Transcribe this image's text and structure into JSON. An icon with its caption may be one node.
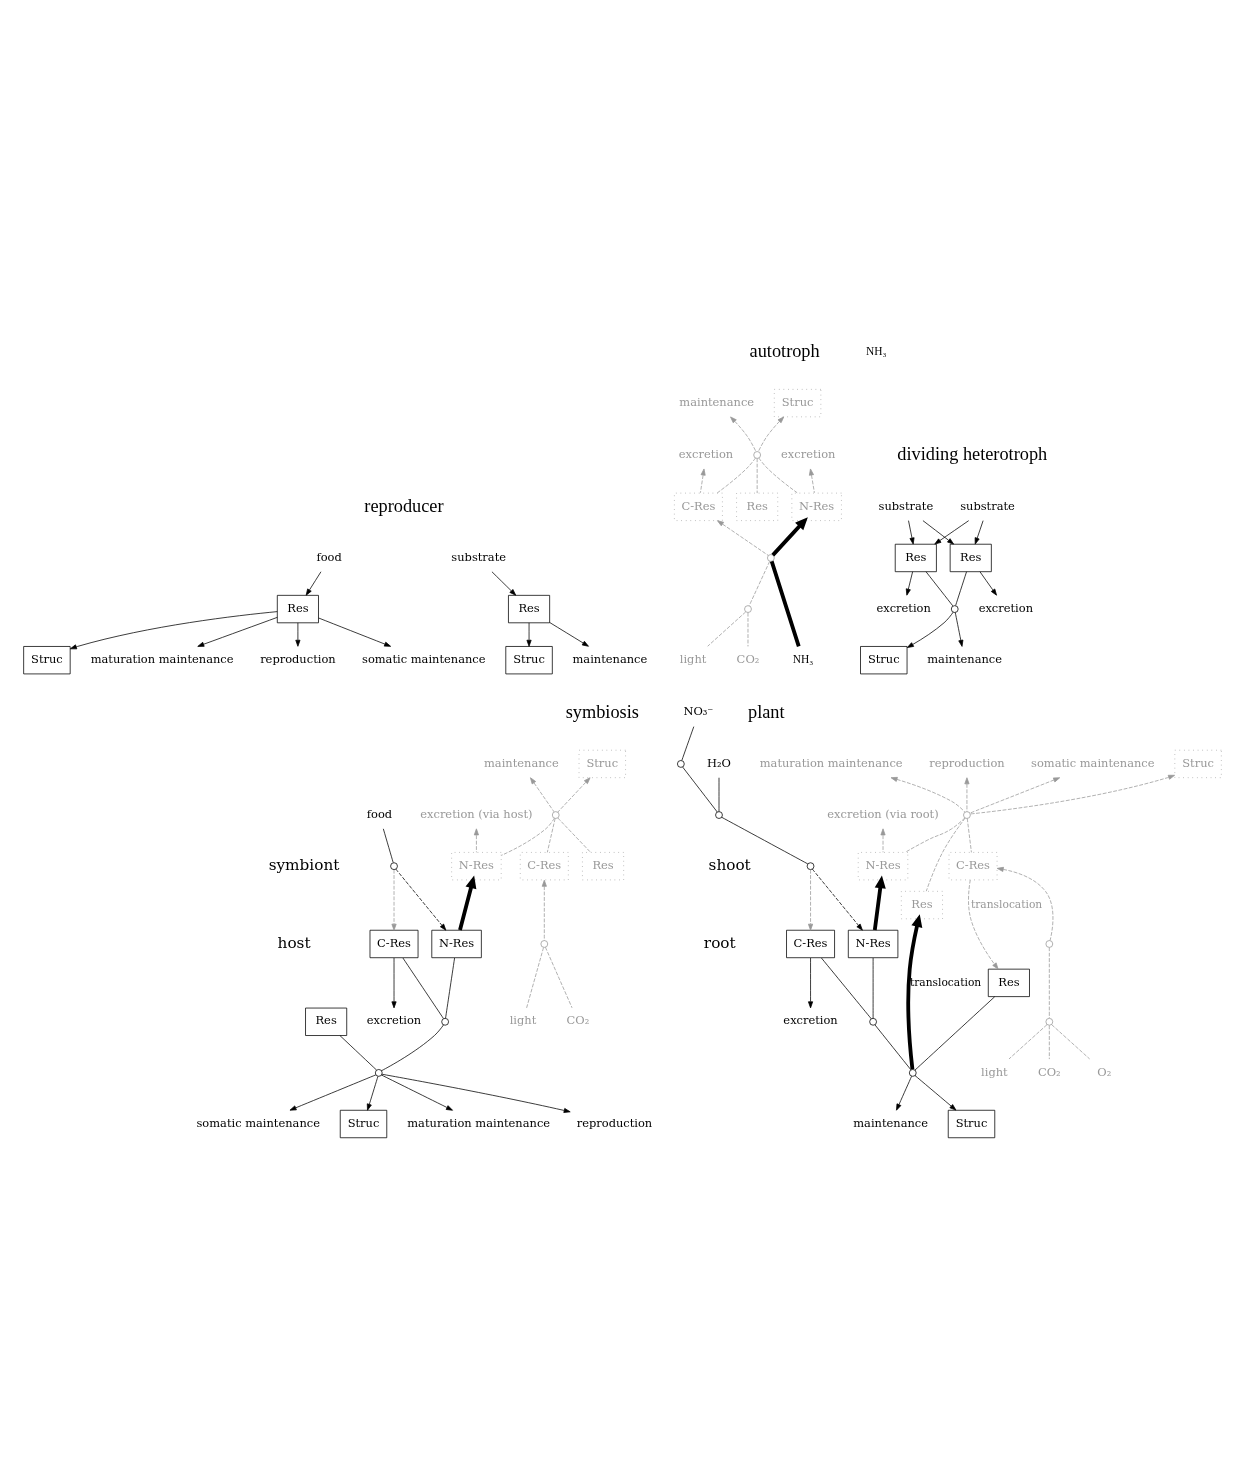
{
  "diagram": {
    "nodes": [
      {
        "text": [
          "food"
        ]
      },
      {
        "text": [
          "Res"
        ]
      },
      {
        "text": [
          "maturation maintenance"
        ]
      },
      {
        "text": [
          "reproduction"
        ]
      },
      {
        "text": [
          "somatic maintenance"
        ]
      },
      {
        "text": [
          "Struc"
        ]
      },
      {
        "text": [
          "substrate"
        ]
      },
      {
        "text": [
          "Res"
        ]
      },
      {
        "text": [
          "maintenance"
        ]
      },
      {
        "text": [
          "Struc"
        ]
      },
      {
        "text": [
          "substrate"
        ]
      },
      {
        "text": [
          "substrate"
        ]
      },
      {
        "text": [
          "Res"
        ]
      },
      {
        "text": [
          "Res"
        ]
      },
      {
        "text": [
          "excretion"
        ]
      },
      {
        "text": [
          "excretion"
        ]
      },
      {
        "text": [],
        "shape": "circle"
      },
      {
        "text": [
          "maintenance"
        ]
      },
      {
        "text": [
          "Struc"
        ]
      },
      {
        "text": [
          "Struc"
        ]
      },
      {
        "text": [
          "maintenance"
        ]
      },
      {
        "text": [],
        "shape": "circle"
      },
      {
        "text": [
          "excretion"
        ]
      },
      {
        "text": [
          "N-Res"
        ]
      },
      {
        "text": [
          "C-Res"
        ]
      },
      {
        "text": [
          "Res"
        ]
      },
      {
        "text": [],
        "shape": "circle"
      },
      {
        "text": [
          "excretion"
        ]
      },
      {
        "text": [],
        "shape": "circle"
      },
      {
        "text": [
          "CO₂"
        ]
      },
      {
        "text": [
          "light"
        ]
      },
      {
        "text": [
          "NH₃"
        ]
      },
      {
        "text": [
          "Struc"
        ]
      },
      {
        "text": [
          "maintenance"
        ]
      },
      {
        "text": [],
        "shape": "circle"
      },
      {
        "text": [
          "excretion (via host)"
        ]
      },
      {
        "text": [
          "N-Res"
        ]
      },
      {
        "text": [
          "C-Res"
        ]
      },
      {
        "text": [
          "Res"
        ]
      },
      {
        "text": [],
        "shape": "circle"
      },
      {
        "text": [
          "CO₂"
        ]
      },
      {
        "text": [
          "light"
        ]
      },
      {
        "text": [
          "food"
        ]
      },
      {
        "text": [],
        "shape": "circle"
      },
      {
        "text": [
          "Res"
        ]
      },
      {
        "text": [
          "N-Res"
        ]
      },
      {
        "text": [
          "C-Res"
        ]
      },
      {
        "text": [
          "excretion"
        ]
      },
      {
        "text": [],
        "shape": "circle"
      },
      {
        "text": [],
        "shape": "circle"
      },
      {
        "text": [
          "maturation maintenance"
        ]
      },
      {
        "text": [
          "reproduction"
        ]
      },
      {
        "text": [
          "somatic maintenance"
        ]
      },
      {
        "text": [
          "Struc"
        ]
      },
      {
        "text": [
          "Struc"
        ]
      },
      {
        "text": [
          "somatic maintenance"
        ]
      },
      {
        "text": [
          "reproduction"
        ]
      },
      {
        "text": [
          "maturation maintenance"
        ]
      },
      {
        "text": [],
        "shape": "circle"
      },
      {
        "text": [
          "excretion (via root)"
        ]
      },
      {
        "text": [
          "N-Res"
        ]
      },
      {
        "text": [
          "C-Res"
        ]
      },
      {
        "text": [
          "Res"
        ]
      },
      {
        "text": [],
        "shape": "circle"
      },
      {
        "text": [
          "CO₂"
        ]
      },
      {
        "text": [
          "O₂"
        ]
      },
      {
        "text": [
          "light"
        ]
      },
      {
        "text": [],
        "shape": "circle"
      },
      {
        "text": [
          "H₂O"
        ]
      },
      {
        "text": [
          "NH₃"
        ]
      },
      {
        "text": [
          "NO₃⁻"
        ]
      },
      {
        "text": [],
        "shape": "circle"
      },
      {
        "text": [],
        "shape": "circle"
      },
      {
        "text": [],
        "shape": "circle"
      },
      {
        "text": [
          "Res"
        ]
      },
      {
        "text": [
          "N-Res"
        ]
      },
      {
        "text": [
          "C-Res"
        ]
      },
      {
        "text": [
          "excretion"
        ]
      },
      {
        "text": [],
        "shape": "circle"
      },
      {
        "text": [],
        "shape": "circle"
      },
      {
        "text": [
          "maintenance"
        ]
      },
      {
        "text": [
          "Struc"
        ]
      }
    ],
    "edges": [
      {
        "from": 0,
        "to": 1,
        "arrow": "to"
      },
      {
        "from": 1,
        "to": 2,
        "arrow": "to"
      },
      {
        "from": 1,
        "to": 3,
        "arrow": "to"
      },
      {
        "from": 1,
        "to": 4,
        "arrow": "to"
      },
      {
        "from": 1,
        "to": 5,
        "arrow": "to"
      },
      {
        "from": 6,
        "to": 7,
        "arrow": "to"
      },
      {
        "from": 7,
        "to": 8,
        "arrow": "to"
      },
      {
        "from": 7,
        "to": 9,
        "arrow": "to"
      },
      {
        "from": 10,
        "to": 12,
        "arrow": "to"
      },
      {
        "from": 10,
        "to": 13,
        "arrow": "to"
      },
      {
        "from": 11,
        "to": 12,
        "arrow": "to"
      },
      {
        "from": 11,
        "to": 13,
        "arrow": "to"
      },
      {
        "from": 12,
        "to": 14,
        "arrow": "to"
      },
      {
        "from": 13,
        "to": 15,
        "arrow": "to"
      },
      {
        "from": 12,
        "to": 16,
        "arrow": "none"
      },
      {
        "from": 13,
        "to": 16,
        "arrow": "none"
      },
      {
        "from": 16,
        "to": 17,
        "arrow": "to"
      },
      {
        "from": 16,
        "to": 18,
        "arrow": "to"
      },
      {
        "from": 21,
        "to": 19,
        "arrow": "to",
        "style": "dashed",
        "color": "#999999"
      },
      {
        "from": 21,
        "to": 20,
        "arrow": "to",
        "style": "dashed",
        "color": "#999999"
      },
      {
        "from": 23,
        "to": 21,
        "arrow": "none",
        "style": "dashed",
        "color": "#999999"
      },
      {
        "from": 24,
        "to": 21,
        "arrow": "none",
        "style": "dashed",
        "color": "#999999"
      },
      {
        "from": 25,
        "to": 21,
        "arrow": "none",
        "style": "dashed",
        "color": "#999999"
      },
      {
        "from": 23,
        "to": 22,
        "arrow": "to",
        "style": "dashed",
        "color": "#999999"
      },
      {
        "from": 24,
        "to": 27,
        "arrow": "to",
        "style": "dashed",
        "color": "#999999"
      },
      {
        "from": 29,
        "to": 28,
        "arrow": "none",
        "style": "dashed",
        "color": "#999999"
      },
      {
        "from": 30,
        "to": 28,
        "arrow": "none",
        "style": "dashed",
        "color": "#999999"
      },
      {
        "from": 28,
        "to": 26,
        "arrow": "none",
        "style": "dashed",
        "color": "#999999"
      },
      {
        "from": 26,
        "to": 24,
        "arrow": "to",
        "style": "dashed",
        "color": "#999999"
      },
      {
        "from": 31,
        "to": 26,
        "arrow": "none",
        "style": "thick"
      },
      {
        "from": 26,
        "to": 23,
        "arrow": "to",
        "style": "thick"
      },
      {
        "from": 34,
        "to": 32,
        "arrow": "to",
        "style": "dashed",
        "color": "#999999"
      },
      {
        "from": 34,
        "to": 33,
        "arrow": "to",
        "style": "dashed",
        "color": "#999999"
      },
      {
        "from": 36,
        "to": 34,
        "arrow": "none",
        "style": "dashed",
        "color": "#999999"
      },
      {
        "from": 37,
        "to": 34,
        "arrow": "none",
        "style": "dashed",
        "color": "#999999"
      },
      {
        "from": 38,
        "to": 34,
        "arrow": "none",
        "style": "dashed",
        "color": "#999999"
      },
      {
        "from": 36,
        "to": 35,
        "arrow": "to",
        "style": "dashed",
        "color": "#999999"
      },
      {
        "from": 40,
        "to": 39,
        "arrow": "none",
        "style": "dashed",
        "color": "#999999"
      },
      {
        "from": 41,
        "to": 39,
        "arrow": "none",
        "style": "dashed",
        "color": "#999999"
      },
      {
        "from": 39,
        "to": 37,
        "arrow": "to",
        "style": "dashed",
        "color": "#999999"
      },
      {
        "from": 45,
        "to": 36,
        "arrow": "to",
        "style": "thick"
      },
      {
        "from": 42,
        "to": 43,
        "arrow": "none"
      },
      {
        "from": 43,
        "to": 45,
        "arrow": "to",
        "style": "dashed"
      },
      {
        "from": 43,
        "to": 46,
        "arrow": "to",
        "style": "dashed",
        "color": "#999999"
      },
      {
        "from": 46,
        "to": 47,
        "arrow": "to"
      },
      {
        "from": 45,
        "to": 48,
        "arrow": "none"
      },
      {
        "from": 46,
        "to": 48,
        "arrow": "none"
      },
      {
        "from": 48,
        "to": 49,
        "arrow": "none"
      },
      {
        "from": 44,
        "to": 49,
        "arrow": "none"
      },
      {
        "from": 49,
        "to": 50,
        "arrow": "to"
      },
      {
        "from": 49,
        "to": 51,
        "arrow": "to"
      },
      {
        "from": 49,
        "to": 52,
        "arrow": "to"
      },
      {
        "from": 49,
        "to": 53,
        "arrow": "to"
      },
      {
        "from": 58,
        "to": 54,
        "arrow": "to",
        "style": "dashed",
        "color": "#999999"
      },
      {
        "from": 58,
        "to": 55,
        "arrow": "to",
        "style": "dashed",
        "color": "#999999"
      },
      {
        "from": 58,
        "to": 56,
        "arrow": "to",
        "style": "dashed",
        "color": "#999999"
      },
      {
        "from": 58,
        "to": 57,
        "arrow": "to",
        "style": "dashed",
        "color": "#999999"
      },
      {
        "from": 60,
        "to": 58,
        "arrow": "none",
        "style": "dashed",
        "color": "#999999"
      },
      {
        "from": 61,
        "to": 58,
        "arrow": "none",
        "style": "dashed",
        "color": "#999999"
      },
      {
        "from": 62,
        "to": 58,
        "arrow": "none",
        "style": "dashed",
        "color": "#999999"
      },
      {
        "from": 60,
        "to": 59,
        "arrow": "to",
        "style": "dashed",
        "color": "#999999"
      },
      {
        "from": 64,
        "to": 67,
        "arrow": "none",
        "style": "dashed",
        "color": "#999999"
      },
      {
        "from": 65,
        "to": 67,
        "arrow": "none",
        "style": "dashed",
        "color": "#999999"
      },
      {
        "from": 66,
        "to": 67,
        "arrow": "none",
        "style": "dashed",
        "color": "#999999"
      },
      {
        "from": 67,
        "to": 63,
        "arrow": "none",
        "style": "dashed",
        "color": "#999999"
      },
      {
        "from": 63,
        "to": 61,
        "arrow": "to",
        "style": "dashed",
        "color": "#999999"
      },
      {
        "from": 75,
        "to": 60,
        "arrow": "to",
        "style": "thick"
      },
      {
        "from": 61,
        "to": 74,
        "arrow": "to",
        "label": "translocation",
        "style": "dashed",
        "color": "#999999"
      },
      {
        "from": 79,
        "to": 62,
        "arrow": "to",
        "label": "translocation",
        "style": "thick"
      },
      {
        "from": 68,
        "to": 71,
        "arrow": "none"
      },
      {
        "from": 70,
        "to": 72,
        "arrow": "none"
      },
      {
        "from": 72,
        "to": 71,
        "arrow": "none"
      },
      {
        "from": 71,
        "to": 73,
        "arrow": "none"
      },
      {
        "from": 73,
        "to": 75,
        "arrow": "to",
        "style": "dashed"
      },
      {
        "from": 73,
        "to": 76,
        "arrow": "to",
        "style": "dashed",
        "color": "#999999"
      },
      {
        "from": 76,
        "to": 77,
        "arrow": "to"
      },
      {
        "from": 75,
        "to": 78,
        "arrow": "none"
      },
      {
        "from": 76,
        "to": 78,
        "arrow": "none"
      },
      {
        "from": 78,
        "to": 79,
        "arrow": "none"
      },
      {
        "from": 74,
        "to": 79,
        "arrow": "none"
      },
      {
        "from": 79,
        "to": 80,
        "arrow": "to"
      },
      {
        "from": 79,
        "to": 81,
        "arrow": "to"
      }
    ],
    "labels": [
      "reproducer",
      "dividing heterotroph",
      "autotroph",
      "symbiosis",
      "plant",
      "symbiont",
      "host",
      "shoot",
      "root"
    ]
  }
}
